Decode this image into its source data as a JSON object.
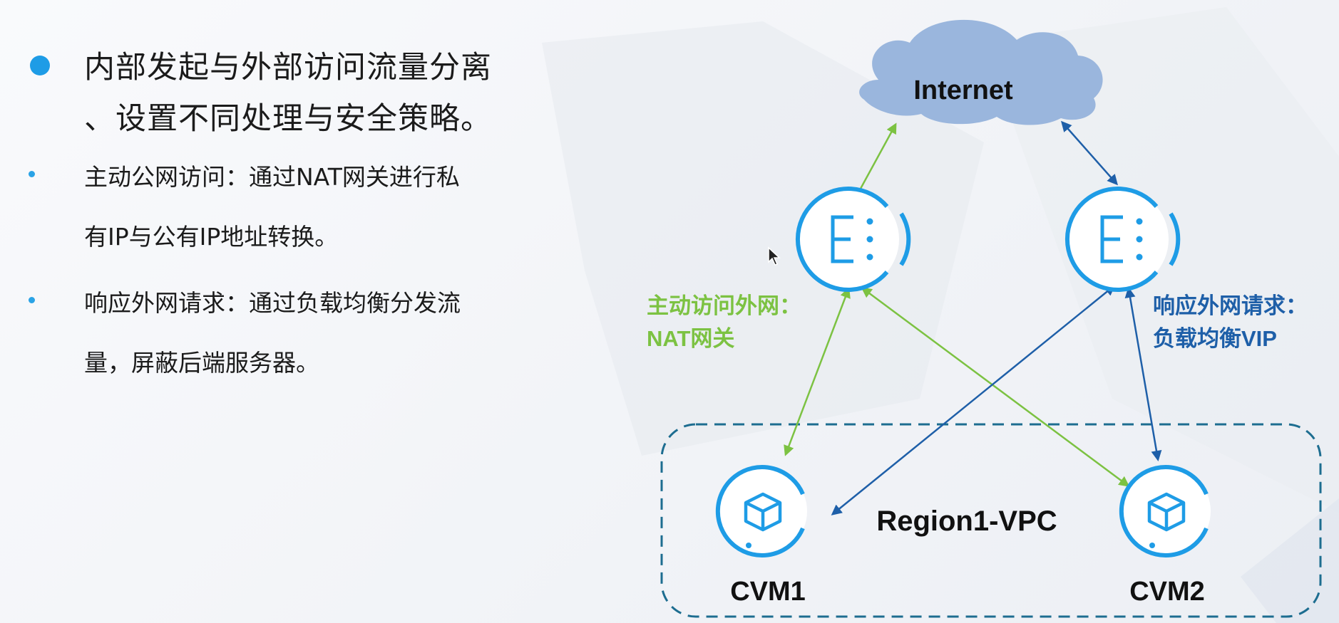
{
  "bullets": {
    "main": [
      "内部发起与外部访问流量分离",
      "、设置不同处理与安全策略。"
    ],
    "item1": [
      "主动公网访问：通过NAT网关进行私",
      "有IP与公有IP地址转换。"
    ],
    "item2": [
      "响应外网请求：通过负载均衡分发流",
      "量，屏蔽后端服务器。"
    ]
  },
  "diagram": {
    "internet_label": "Internet",
    "nat_label": [
      "主动访问外网：",
      "NAT网关"
    ],
    "lb_label": [
      "响应外网请求：",
      "负载均衡VIP"
    ],
    "vpc_label": "Region1-VPC",
    "cvm1_label": "CVM1",
    "cvm2_label": "CVM2",
    "nodes": {
      "nat_gateway_icon": "gateway-icon",
      "lb_gateway_icon": "gateway-icon",
      "cvm1_icon": "server-cube-icon",
      "cvm2_icon": "server-cube-icon",
      "internet_icon": "cloud-icon"
    }
  },
  "colors": {
    "green": "#7cc242",
    "blue": "#1e5fa8",
    "icon_blue": "#1e9ce6",
    "cloud": "#9ab6dd",
    "vpc_border": "#1d6d90"
  }
}
